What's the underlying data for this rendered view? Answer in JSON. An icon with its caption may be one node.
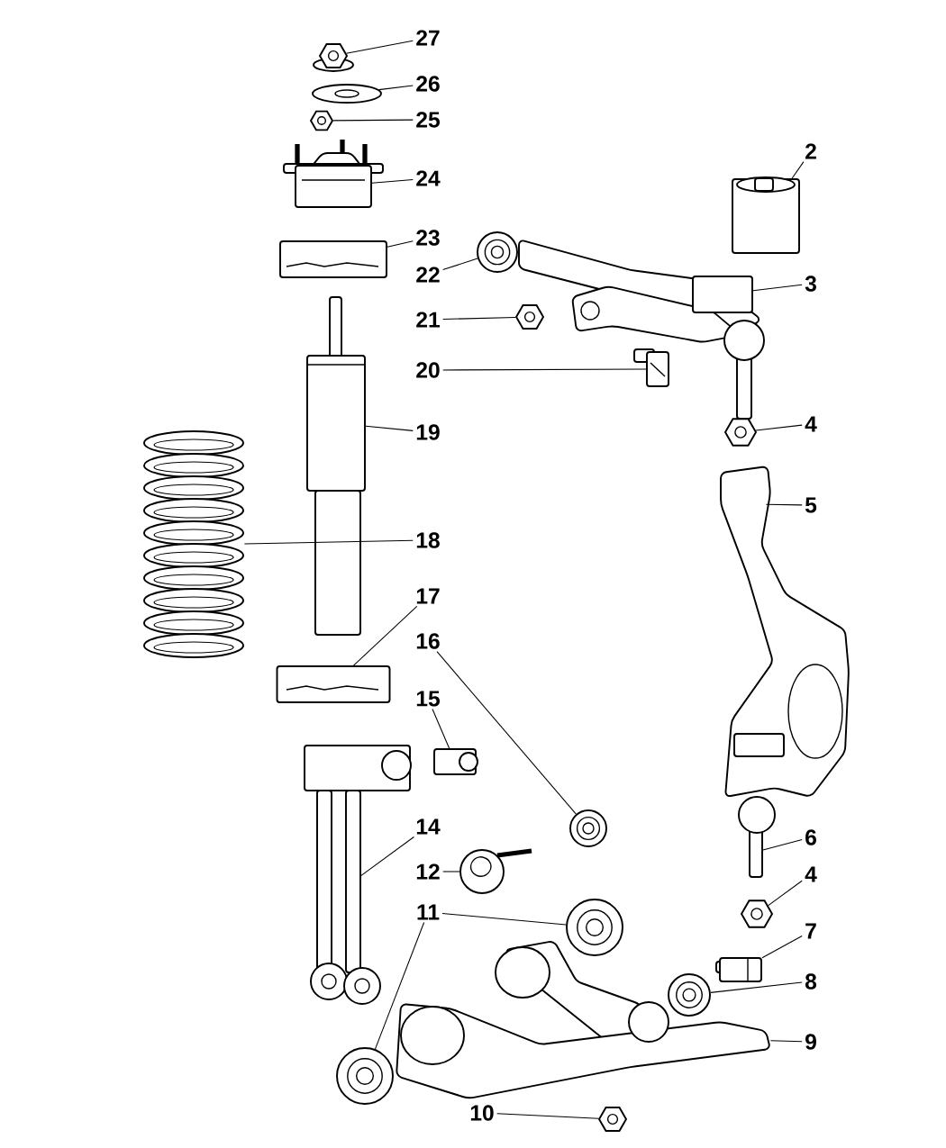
{
  "diagram": {
    "nodes": [
      {
        "text": [
          "27"
        ]
      },
      {
        "text": [
          "26"
        ]
      },
      {
        "text": [
          "25"
        ]
      },
      {
        "text": [
          "2"
        ]
      },
      {
        "text": [
          "24"
        ]
      },
      {
        "text": [
          "23"
        ]
      },
      {
        "text": [
          "22"
        ]
      },
      {
        "text": [
          "3"
        ]
      },
      {
        "text": [
          "21"
        ]
      },
      {
        "text": [
          "20"
        ]
      },
      {
        "text": [
          "4"
        ]
      },
      {
        "text": [
          "19"
        ]
      },
      {
        "text": [
          "5"
        ]
      },
      {
        "text": [
          "18"
        ]
      },
      {
        "text": [
          "17"
        ]
      },
      {
        "text": [
          "16"
        ]
      },
      {
        "text": [
          "15"
        ]
      },
      {
        "text": [
          "14"
        ]
      },
      {
        "text": [
          "6"
        ]
      },
      {
        "text": [
          "12"
        ]
      },
      {
        "text": [
          "4"
        ]
      },
      {
        "text": [
          "11"
        ]
      },
      {
        "text": [
          "7"
        ]
      },
      {
        "text": [
          "8"
        ]
      },
      {
        "text": [
          "9"
        ]
      },
      {
        "text": [
          "10"
        ]
      },
      {
        "text": [],
        "shape": "picture"
      },
      {
        "text": [],
        "shape": "picture"
      },
      {
        "text": [],
        "shape": "picture"
      },
      {
        "text": [],
        "shape": "picture"
      },
      {
        "text": [],
        "shape": "picture"
      },
      {
        "text": [],
        "shape": "picture"
      },
      {
        "text": [],
        "shape": "picture"
      },
      {
        "text": [],
        "shape": "picture"
      },
      {
        "text": [],
        "shape": "picture"
      },
      {
        "text": [],
        "shape": "picture"
      },
      {
        "text": [],
        "shape": "picture"
      },
      {
        "text": [],
        "shape": "picture"
      },
      {
        "text": [],
        "shape": "picture"
      },
      {
        "text": [],
        "shape": "picture"
      },
      {
        "text": [],
        "shape": "picture"
      },
      {
        "text": [],
        "shape": "picture"
      },
      {
        "text": [],
        "shape": "picture"
      },
      {
        "text": [],
        "shape": "picture"
      },
      {
        "text": [],
        "shape": "picture"
      },
      {
        "text": [],
        "shape": "picture"
      },
      {
        "text": [],
        "shape": "picture"
      },
      {
        "text": [],
        "shape": "picture"
      },
      {
        "text": [],
        "shape": "picture"
      },
      {
        "text": [],
        "shape": "picture"
      },
      {
        "text": [],
        "shape": "picture"
      },
      {
        "text": [],
        "shape": "picture"
      },
      {
        "text": [],
        "shape": "picture"
      }
    ],
    "edges": [
      {
        "from": 0,
        "to": 26,
        "arrow": "none"
      },
      {
        "from": 1,
        "to": 27,
        "arrow": "none"
      },
      {
        "from": 2,
        "to": 28,
        "arrow": "none"
      },
      {
        "from": 3,
        "to": 29,
        "arrow": "none"
      },
      {
        "from": 4,
        "to": 30,
        "arrow": "none"
      },
      {
        "from": 5,
        "to": 31,
        "arrow": "none"
      },
      {
        "from": 6,
        "to": 32,
        "arrow": "none"
      },
      {
        "from": 7,
        "to": 33,
        "arrow": "none"
      },
      {
        "from": 8,
        "to": 34,
        "arrow": "none"
      },
      {
        "from": 9,
        "to": 35,
        "arrow": "none"
      },
      {
        "from": 10,
        "to": 36,
        "arrow": "none"
      },
      {
        "from": 11,
        "to": 37,
        "arrow": "none"
      },
      {
        "from": 12,
        "to": 38,
        "arrow": "none"
      },
      {
        "from": 13,
        "to": 39,
        "arrow": "none"
      },
      {
        "from": 14,
        "to": 40,
        "arrow": "none"
      },
      {
        "from": 15,
        "to": 41,
        "arrow": "none"
      },
      {
        "from": 16,
        "to": 42,
        "arrow": "none"
      },
      {
        "from": 17,
        "to": 43,
        "arrow": "none"
      },
      {
        "from": 18,
        "to": 44,
        "arrow": "none"
      },
      {
        "from": 19,
        "to": 45,
        "arrow": "none"
      },
      {
        "from": 20,
        "to": 46,
        "arrow": "none"
      },
      {
        "from": 21,
        "to": 47,
        "arrow": "none"
      },
      {
        "from": 22,
        "to": 48,
        "arrow": "none"
      },
      {
        "from": 23,
        "to": 49,
        "arrow": "none"
      },
      {
        "from": 24,
        "to": 50,
        "arrow": "none"
      },
      {
        "from": 25,
        "to": 51,
        "arrow": "none"
      },
      {
        "from": 21,
        "to": 52,
        "arrow": "none"
      }
    ]
  }
}
